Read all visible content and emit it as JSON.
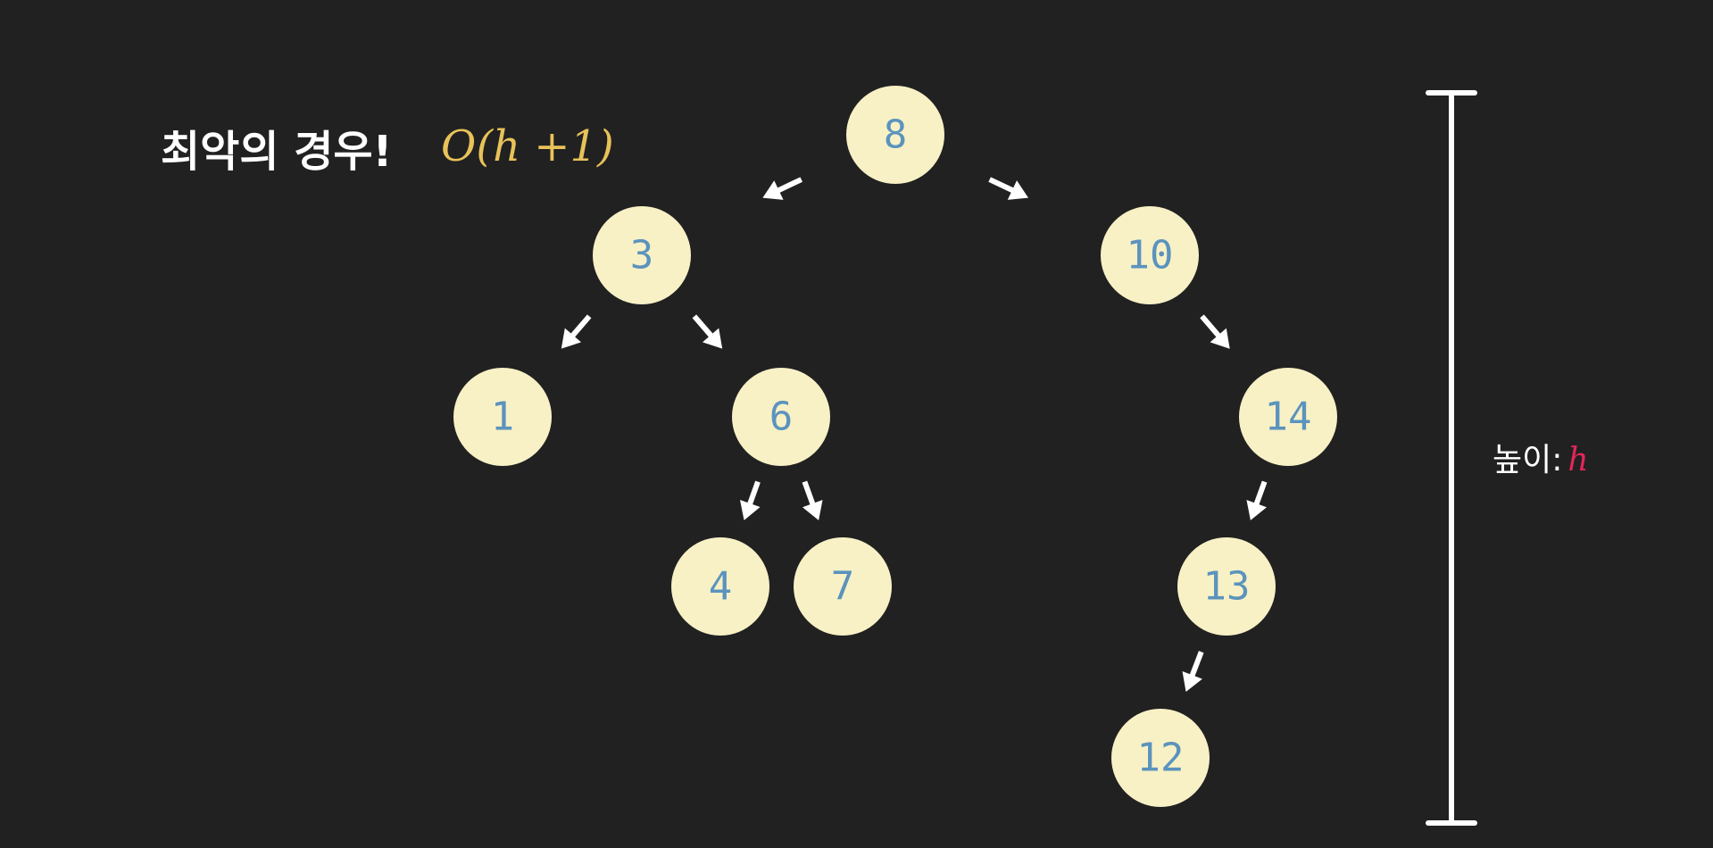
{
  "title": "최악의 경우!",
  "formula": "O(h +1)",
  "height_label": "높이:",
  "height_variable": "h",
  "colors": {
    "background": "#212121",
    "node_fill": "#f8f1c6",
    "node_text": "#5b93bd",
    "formula": "#e8c25a",
    "height_variable": "#e3265b",
    "line": "#ffffff"
  },
  "tree": {
    "nodes": [
      {
        "id": "8",
        "label": "8"
      },
      {
        "id": "3",
        "label": "3"
      },
      {
        "id": "10",
        "label": "10"
      },
      {
        "id": "1",
        "label": "1"
      },
      {
        "id": "6",
        "label": "6"
      },
      {
        "id": "14",
        "label": "14"
      },
      {
        "id": "4",
        "label": "4"
      },
      {
        "id": "7",
        "label": "7"
      },
      {
        "id": "13",
        "label": "13"
      },
      {
        "id": "12",
        "label": "12"
      }
    ],
    "edges": [
      {
        "from": "8",
        "to": "3"
      },
      {
        "from": "8",
        "to": "10"
      },
      {
        "from": "3",
        "to": "1"
      },
      {
        "from": "3",
        "to": "6"
      },
      {
        "from": "10",
        "to": "14"
      },
      {
        "from": "6",
        "to": "4"
      },
      {
        "from": "6",
        "to": "7"
      },
      {
        "from": "14",
        "to": "13"
      },
      {
        "from": "13",
        "to": "12"
      }
    ]
  }
}
